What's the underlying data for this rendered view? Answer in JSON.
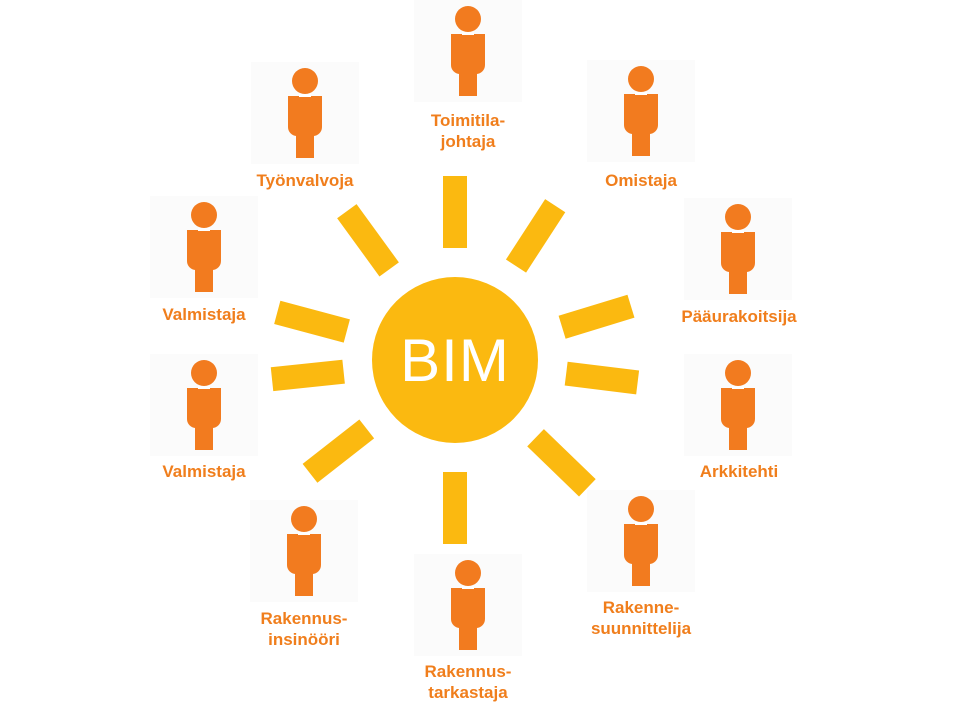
{
  "diagram": {
    "center": {
      "label": "BIM"
    },
    "colors": {
      "sun": "#fbb910",
      "person": "#f27b1f",
      "label": "#f07e1c"
    },
    "stakeholders": [
      {
        "id": "toimitilajohtaja",
        "label": "Toimitila-\njohtaja",
        "icon": "person-icon"
      },
      {
        "id": "omistaja",
        "label": "Omistaja",
        "icon": "person-icon"
      },
      {
        "id": "paaurakoitsija",
        "label": "Pääurakoitsija",
        "icon": "person-icon"
      },
      {
        "id": "arkkitehti",
        "label": "Arkkitehti",
        "icon": "person-icon"
      },
      {
        "id": "rakennesuunnittelija",
        "label": "Rakenne-\nsuunnittelija",
        "icon": "person-icon"
      },
      {
        "id": "rakennustarkastaja",
        "label": "Rakennus-\ntarkastaja",
        "icon": "person-icon"
      },
      {
        "id": "rakennusinsinoori",
        "label": "Rakennus-\ninsinööri",
        "icon": "person-icon"
      },
      {
        "id": "valmistaja-lower",
        "label": "Valmistaja",
        "icon": "person-icon"
      },
      {
        "id": "valmistaja-upper",
        "label": "Valmistaja",
        "icon": "person-icon"
      },
      {
        "id": "tyonvalvoja",
        "label": "Työnvalvoja",
        "icon": "person-icon"
      }
    ]
  }
}
